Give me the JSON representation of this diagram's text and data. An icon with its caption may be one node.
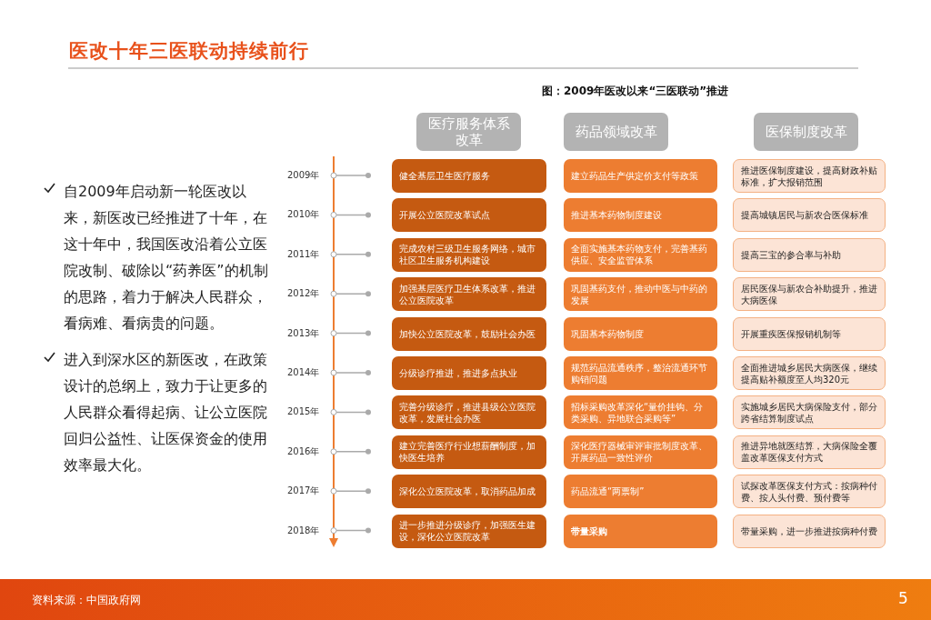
{
  "diagram": {
    "title": "医改十年三医联动持续前行",
    "caption": "图：2009年医改以来“三医联动”推进",
    "nodes": [
      {
        "text": [
          "医疗服务体系改革"
        ]
      },
      {
        "text": [
          "药品领域改革"
        ]
      },
      {
        "text": [
          "医保制度改革"
        ]
      },
      {
        "text": [
          "健全基层卫生医疗服务"
        ]
      },
      {
        "text": [
          "建立药品生产供定价支付等政策"
        ]
      },
      {
        "text": [
          "推进医保制度建设，提高财政补贴标准，扩大报销范围"
        ]
      },
      {
        "text": [
          "开展公立医院改革试点"
        ]
      },
      {
        "text": [
          "推进基本药物制度建设"
        ]
      },
      {
        "text": [
          "提高城镇居民与新农合医保标准"
        ]
      },
      {
        "text": [
          "完成农村三级卫生服务网络，城市社区卫生服务机构建设"
        ]
      },
      {
        "text": [
          "全面实施基本药物支付，完善基药供应、安全监管体系"
        ]
      },
      {
        "text": [
          "提高三宝的参合率与补助"
        ]
      },
      {
        "text": [
          "加强基层医疗卫生体系改革，推进公立医院改革"
        ]
      },
      {
        "text": [
          "巩固基药支付，推动中医与中药的发展"
        ]
      },
      {
        "text": [
          "居民医保与新农合补助提升，推进大病医保"
        ]
      },
      {
        "text": [
          "加快公立医院改革，鼓励社会办医"
        ]
      },
      {
        "text": [
          "巩固基本药物制度"
        ]
      },
      {
        "text": [
          "开展重疾医保报销机制等"
        ]
      },
      {
        "text": [
          "分级诊疗推进，推进多点执业"
        ]
      },
      {
        "text": [
          "规范药品流通秩序，整治流通环节购销问题"
        ]
      },
      {
        "text": [
          "全面推进城乡居民大病医保，继续提高贴补额度至人均320元"
        ]
      },
      {
        "text": [
          "完善分级诊疗，推进县级公立医院改革，发展社会办医"
        ]
      },
      {
        "text": [
          "招标采购改革深化“量价挂钩、分类采购、异地联合采购等”"
        ]
      },
      {
        "text": [
          "实施城乡居民大病保险支付，部分跨省结算制度试点"
        ]
      },
      {
        "text": [
          "建立完善医疗行业想薪酬制度，加快医生培养"
        ]
      },
      {
        "text": [
          "深化医疗器械审评审批制度改革、开展药品一致性评价"
        ]
      },
      {
        "text": [
          "推进异地就医结算，大病保险全覆盖改革医保支付方式"
        ]
      },
      {
        "text": [
          "深化公立医院改革，取消药品加成"
        ]
      },
      {
        "text": [
          "药品流通“两票制”"
        ]
      },
      {
        "text": [
          "试探改革医保支付方式：按病种付费、按人头付费、预付费等"
        ]
      },
      {
        "text": [
          "进一步推进分级诊疗，加强医生建设，深化公立医院改革"
        ]
      },
      {
        "text": [
          "带量采购"
        ]
      },
      {
        "text": [
          "带量采购，进一步推进按病种付费"
        ]
      }
    ],
    "labels": [
      "自2009年启动新一轮医改以来，新医改已经推进了十年，在这十年中，我国医改沿着公立医院改制、破除以“药养医”的机制的思路，着力于解决人民群众，看病难、看病贵的问题。",
      "进入到深水区的新医改，在政策设计的总纲上，致力于让更多的人民群众看得起病、让公立医院回归公益性、让医保资金的使用效率最大化。",
      "2009年",
      "2010年",
      "2011年",
      "2012年",
      "2013年",
      "2014年",
      "2015年",
      "2016年",
      "2017年",
      "2018年",
      "资料来源：中国政府网",
      "5"
    ]
  }
}
